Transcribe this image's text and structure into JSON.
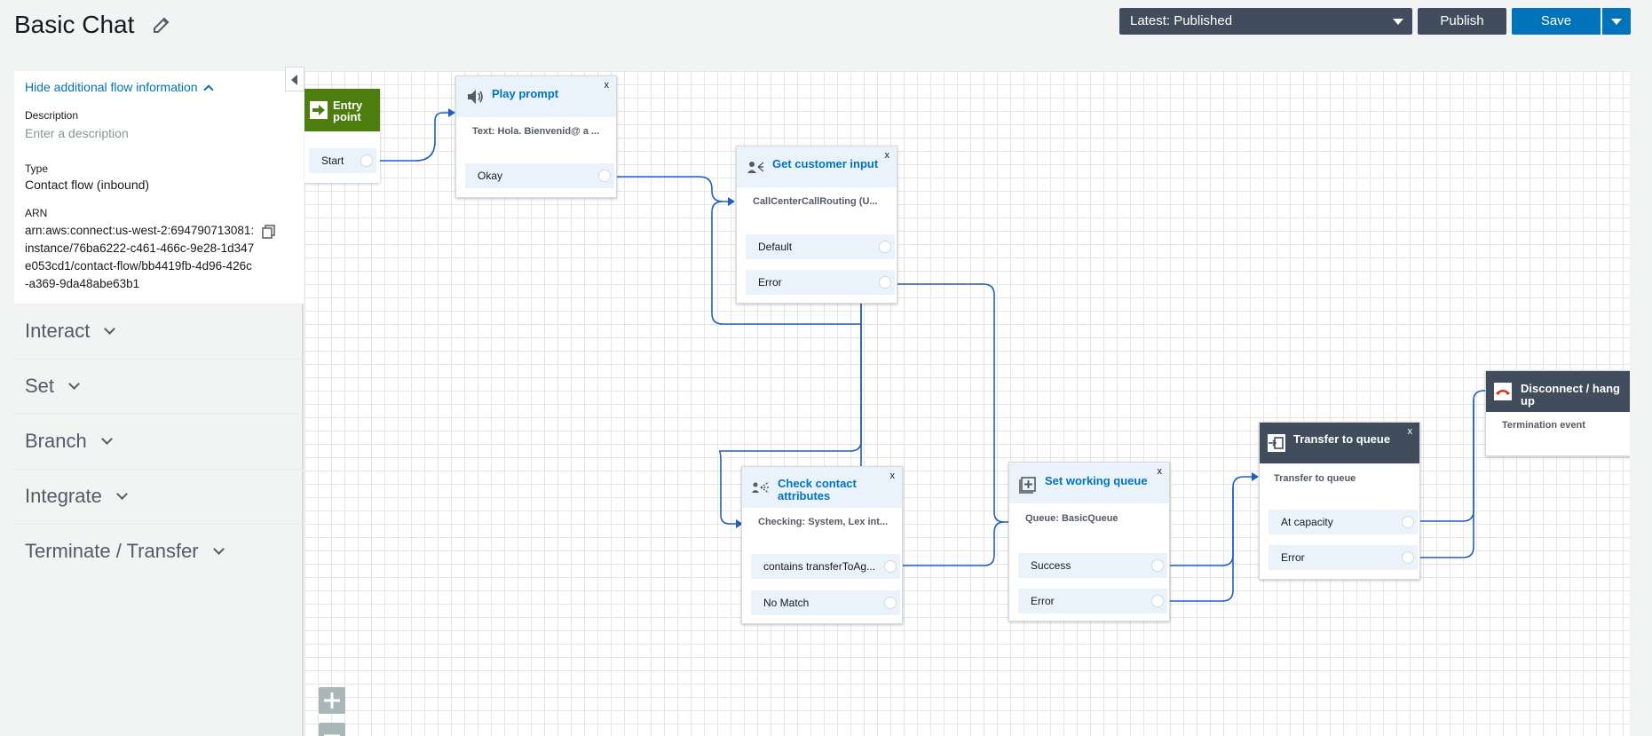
{
  "header": {
    "title": "Basic Chat",
    "version": "Latest: Published",
    "publish_label": "Publish",
    "save_label": "Save"
  },
  "sidebar": {
    "toggle_label": "Hide additional flow information",
    "description_label": "Description",
    "description_placeholder": "Enter a description",
    "type_label": "Type",
    "type_value": "Contact flow (inbound)",
    "arn_label": "ARN",
    "arn_value": "arn:aws:connect:us-west-2:694790713081:instance/76ba6222-c461-466c-9e28-1d347e053cd1/contact-flow/bb4419fb-4d96-426c-a369-9da48abe63b1",
    "categories": [
      "Interact",
      "Set",
      "Branch",
      "Integrate",
      "Terminate / Transfer"
    ]
  },
  "flow": {
    "entry": {
      "title": "Entry point",
      "branch": "Start"
    },
    "play_prompt": {
      "title": "Play prompt",
      "subtitle": "Text: Hola. Bienvenid@ a ...",
      "branches": [
        "Okay"
      ],
      "close": "x"
    },
    "get_input": {
      "title": "Get customer input",
      "subtitle": "CallCenterCallRouting (U...",
      "branches": [
        "Default",
        "Error"
      ],
      "close": "x"
    },
    "check_attrs": {
      "title": "Check contact attributes",
      "subtitle": "Checking: System, Lex int...",
      "branches": [
        "contains transferToAg...",
        "No Match"
      ],
      "close": "x"
    },
    "set_queue": {
      "title": "Set working queue",
      "subtitle": "Queue: BasicQueue",
      "branches": [
        "Success",
        "Error"
      ],
      "close": "x"
    },
    "transfer": {
      "title": "Transfer to queue",
      "subtitle": "Transfer to queue",
      "branches": [
        "At capacity",
        "Error"
      ],
      "close": "x"
    },
    "disconnect": {
      "title": "Disconnect / hang up",
      "subtitle": "Termination event"
    }
  },
  "colors": {
    "accent": "#0073bb",
    "dark": "#414d5c",
    "entry_green": "#4d7c0f",
    "wire": "#1f5fbf"
  }
}
